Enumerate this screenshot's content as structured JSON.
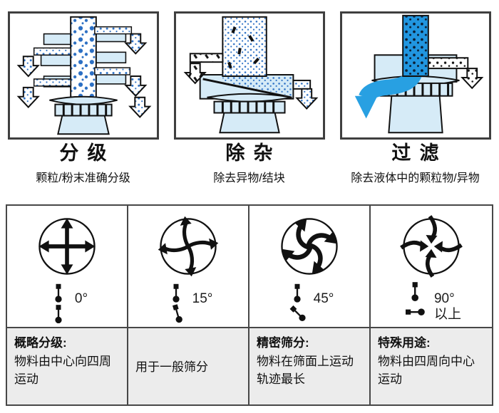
{
  "colors": {
    "dot_blue": "#2b6fc4",
    "machine_fill": "#d6ebf7",
    "flow_blue": "#28a0e2",
    "inlet_blue": "#2196e0",
    "table_text_bg": "#ececec",
    "border_dark": "#474747",
    "outline_black": "#111111"
  },
  "function_panels": [
    {
      "title": "分级",
      "subtitle": "颗粒/粉末准确分级",
      "icon": "multi-deck-classifying-sifter"
    },
    {
      "title": "除杂",
      "subtitle": "除去异物/结块",
      "icon": "impurity-removal-sifter"
    },
    {
      "title": "过滤",
      "subtitle": "除去液体中的颗粒物/异物",
      "icon": "liquid-filter-sifter"
    }
  ],
  "motion_table": {
    "columns": [
      {
        "angle": "0°",
        "angle_suffix": "",
        "heading": "概略分级:",
        "description": "物料由中心向四周运动",
        "motion_icon": "cross-outward-arrows",
        "weight_icon": "weights-aligned-0deg"
      },
      {
        "angle": "15°",
        "angle_suffix": "",
        "heading": "",
        "description": "用于一般筛分",
        "motion_icon": "slight-spiral-arrows",
        "weight_icon": "weights-offset-15deg"
      },
      {
        "angle": "45°",
        "angle_suffix": "",
        "heading": "精密筛分:",
        "description": "物料在筛面上运动轨迹最长",
        "motion_icon": "strong-spiral-arrows",
        "weight_icon": "weights-offset-45deg"
      },
      {
        "angle": "90°",
        "angle_suffix": "以上",
        "heading": "特殊用途:",
        "description": "物料由四周向中心运动",
        "motion_icon": "inward-converging-arrows",
        "weight_icon": "weights-offset-90deg"
      }
    ]
  }
}
